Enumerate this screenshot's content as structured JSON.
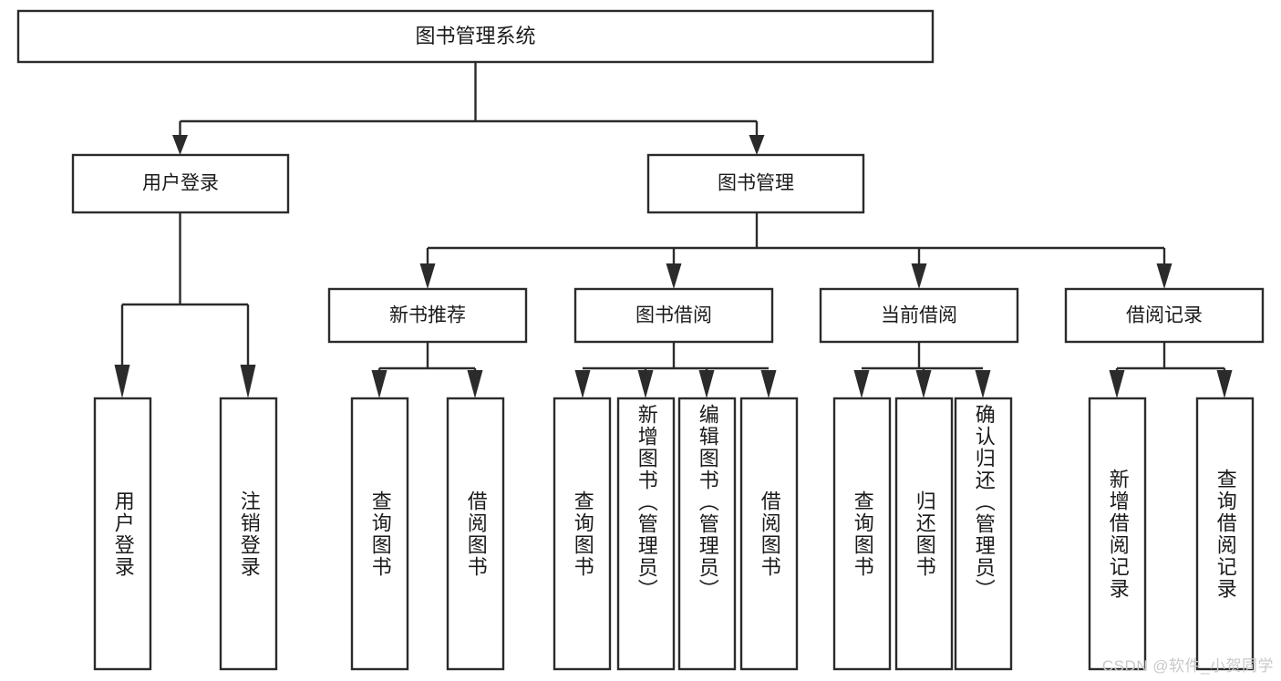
{
  "diagram": {
    "type": "tree-hierarchy",
    "title": "图书管理系统",
    "root": {
      "id": "root",
      "label": "图书管理系统",
      "orientation": "horizontal"
    },
    "level2": [
      {
        "id": "user-login",
        "label": "用户登录",
        "orientation": "horizontal"
      },
      {
        "id": "book-manage",
        "label": "图书管理",
        "orientation": "horizontal"
      }
    ],
    "level3": [
      {
        "id": "new-book-recommend",
        "label": "新书推荐",
        "orientation": "horizontal",
        "parent": "book-manage"
      },
      {
        "id": "book-borrow",
        "label": "图书借阅",
        "orientation": "horizontal",
        "parent": "book-manage"
      },
      {
        "id": "current-borrow",
        "label": "当前借阅",
        "orientation": "horizontal",
        "parent": "book-manage"
      },
      {
        "id": "borrow-record",
        "label": "借阅记录",
        "orientation": "horizontal",
        "parent": "book-manage"
      }
    ],
    "leaves": [
      {
        "id": "leaf-user-login",
        "label": "用户登录",
        "parent": "user-login",
        "orientation": "vertical"
      },
      {
        "id": "leaf-user-logout",
        "label": "注销登录",
        "parent": "user-login",
        "orientation": "vertical"
      },
      {
        "id": "leaf-query-book-1",
        "label": "查询图书",
        "parent": "new-book-recommend",
        "orientation": "vertical"
      },
      {
        "id": "leaf-borrow-book-1",
        "label": "借阅图书",
        "parent": "new-book-recommend",
        "orientation": "vertical"
      },
      {
        "id": "leaf-query-book-2",
        "label": "查询图书",
        "parent": "book-borrow",
        "orientation": "vertical"
      },
      {
        "id": "leaf-add-book",
        "label": "新增图书（管理员）",
        "parent": "book-borrow",
        "orientation": "vertical"
      },
      {
        "id": "leaf-edit-book",
        "label": "编辑图书（管理员）",
        "parent": "book-borrow",
        "orientation": "vertical"
      },
      {
        "id": "leaf-borrow-book-2",
        "label": "借阅图书",
        "parent": "book-borrow",
        "orientation": "vertical"
      },
      {
        "id": "leaf-query-book-3",
        "label": "查询图书",
        "parent": "current-borrow",
        "orientation": "vertical"
      },
      {
        "id": "leaf-return-book",
        "label": "归还图书",
        "parent": "current-borrow",
        "orientation": "vertical"
      },
      {
        "id": "leaf-confirm-return",
        "label": "确认归还（管理员）",
        "parent": "current-borrow",
        "orientation": "vertical"
      },
      {
        "id": "leaf-add-record",
        "label": "新增借阅记录",
        "parent": "borrow-record",
        "orientation": "vertical"
      },
      {
        "id": "leaf-query-record",
        "label": "查询借阅记录",
        "parent": "borrow-record",
        "orientation": "vertical"
      }
    ],
    "colors": {
      "stroke": "#2b2b2b",
      "fill": "#ffffff",
      "text": "#1a1a1a",
      "watermark": "#c9c9c9",
      "background": "#ffffff"
    }
  },
  "watermark": {
    "text": "CSDN @软件_小贺同学"
  }
}
